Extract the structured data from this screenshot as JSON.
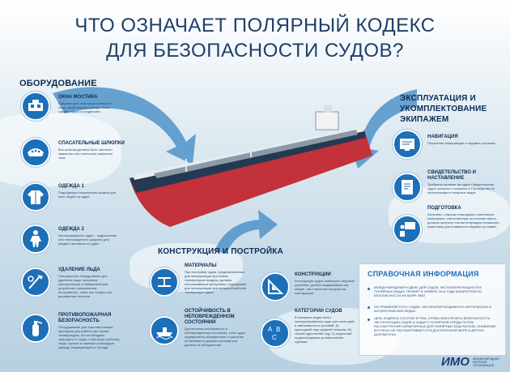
{
  "title": {
    "line1": "ЧТО ОЗНАЧАЕТ ПОЛЯРНЫЙ КОДЕКС",
    "line2": "ДЛЯ БЕЗОПАСНОСТИ СУДОВ?"
  },
  "equipment": {
    "heading": "ОБОРУДОВАНИЕ",
    "items": [
      {
        "title": "ОКНА МОСТИКА",
        "text": "Средства для очистки растаявшего льда, замерзающего дождя, снега, тумана, брызг и конденсата"
      },
      {
        "title": "СПАСАТЕЛЬНЫЕ ШЛЮПКИ",
        "text": "Все шлюпки должны быть частично закрытого или полностью закрытого типа"
      },
      {
        "title": "ОДЕЖДА 1",
        "text": "Подходящая термическая защита для всех людей на судне"
      },
      {
        "title": "ОДЕЖДА 2",
        "text": "На пассажирских судах – гидрокостюм или теплозащитное средство для каждого человека на судне"
      },
      {
        "title": "УДАЛЕНИЕ ЛЬДА",
        "text": "Специальное оборудование для удаления льда, например, электрические и пневматические устройства, специальные инструменты, такие как топоры или деревянные молотки"
      },
      {
        "title": "ПРОТИВОПОЖАРНАЯ БЕЗОПАСНОСТЬ",
        "text": "Оборудование для тушения пожара, пригодное для работы при низких температурах, его необходимо защищать от льда; с ним могут работать люди, одетые в тяжелую громоздкую одежду, защищающую от холода"
      }
    ]
  },
  "operations": {
    "heading_line1": "ЭКСПЛУАТАЦИЯ И",
    "heading_line2": "УКОМПЛЕКТОВАНИЕ",
    "heading_line3": "ЭКИПАЖЕМ",
    "items": [
      {
        "title": "НАВИГАЦИЯ",
        "text": "Получение информации о ледовых условиях"
      },
      {
        "title": "СВИДЕТЕЛЬСТВО И НАСТАВЛЕНИЕ",
        "text": "Требуется наличие на судне Свидетельства судна полярного плавания и Руководства по эксплуатации в полярных водах"
      },
      {
        "title": "ПОДГОТОВКА",
        "text": "Капитаны, старшие помощники и вахтенные помощники, ответственные за несение вахты, должны получить соответствующую начальную подготовку для плавания в ледовых условиях"
      }
    ]
  },
  "construction": {
    "heading": "КОНСТРУКЦИЯ И ПОСТРОЙКА",
    "items": [
      {
        "title": "МАТЕРИАЛЫ",
        "text": "При постройке судов, предназначенных для эксплуатации при низких температурах воздуха, должны использоваться материалы, подходящие для эксплуатации при полярной рабочей температуре судна"
      },
      {
        "title": "КОНСТРУКЦИИ",
        "text": "Конструкция судна, имеющего ледовые усиления, должна выдерживать как общие, так и местные нагрузки на конструкцию"
      },
      {
        "title": "ОСТОЙЧИВОСТЬ В НЕПОВРЕЖДЕННОМ СОСТОЯНИИ",
        "text": "Достаточная остойчивость в неповрежденном состоянии, если судно подвергается обледенению; в расчетах остойчивости должны учитываться данные об обледенении"
      },
      {
        "title": "КАТЕГОРИИ СУДОВ",
        "text": "В полярных водах могут эксплуатироваться суда трех категорий в зависимости от условий: А) одногодний лед средней толщины, В) тонкий однолетний лед, С) отдельные льдины/ледовые условия менее суровые"
      }
    ]
  },
  "reference": {
    "heading": "СПРАВОЧНАЯ ИНФОРМАЦИЯ",
    "paragraphs": [
      "МЕЖДУНАРОДНЫЙ КОДЕКС ДЛЯ СУДОВ, ЭКСПЛУАТИРУЮЩИХСЯ В ПОЛЯРНЫХ ВОДАХ, ПРИНЯТ В НОЯБРЕ 2014 ГОДА КОМИТЕТОМ ПО БЕЗОПАСНОСТИ НА МОРЕ ИМО",
      "ОН ПРИМЕНЯЕТСЯ К СУДАМ, ЭКСПЛУАТИРУЮЩИМСЯ В АРКТИЧЕСКИХ И АНТАРКТИЧЕСКИХ ВОДАХ",
      "ЦЕЛЬ КОДЕКСА СОСТОИТ В ТОМ, ЧТОБЫ ОБЕСПЕЧИТЬ БЕЗОПАСНОСТЬ ЭКСПЛУАТАЦИИ СУДОВ И ЗАЩИТУ ПОЛЯРНОЙ СРЕДЫ ПУТЕМ РАССМОТРЕНИЯ ХАРАКТЕРНЫХ ДЛЯ ПОЛЯРНЫХ ВОД РИСКОВ, СНИЖЕНИЕ КОТОРЫХ НЕ РАССМАТРИВАЕТСЯ В ДОСТАТОЧНОЙ МЕРЕ В ДРУГИХ ДОКУМЕНТАХ"
    ]
  },
  "logo": {
    "text": "ИМО",
    "caption": "МЕЖДУНАРОДНАЯ МОРСКАЯ ОРГАНИЗАЦИЯ"
  },
  "colors": {
    "circle": "#1d6fb8",
    "heading": "#0d2b55",
    "title": "#1f3f66",
    "arrow": "#4f93c9",
    "hull": "#c3313b"
  }
}
